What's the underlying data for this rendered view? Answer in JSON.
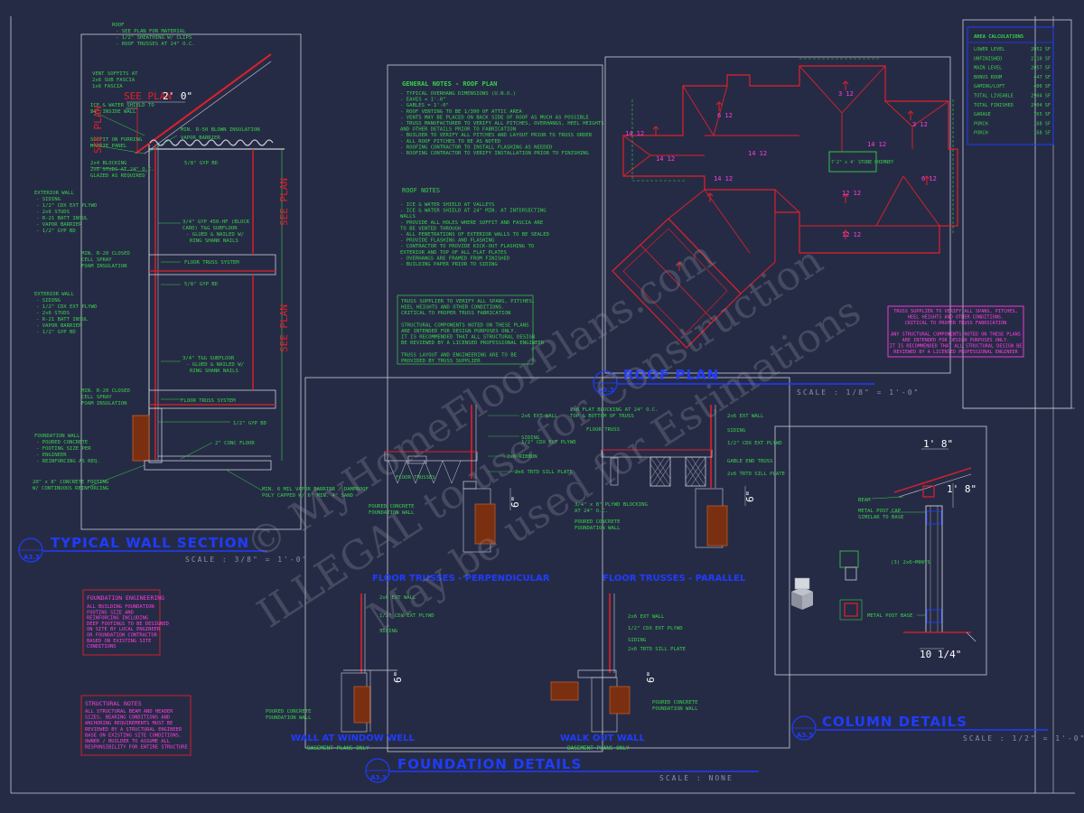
{
  "titles": {
    "wall_section": "TYPICAL WALL SECTION",
    "roof_plan": "ROOF PLAN",
    "foundation": "FOUNDATION DETAILS",
    "column": "COLUMN DETAILS"
  },
  "scales": {
    "wall_section": "SCALE : 3/8\" = 1'-0\"",
    "roof_plan": "SCALE : 1/8\" = 1'-0\"",
    "foundation": "SCALE : NONE",
    "column": "SCALE : 1/2\" = 1'-0\""
  },
  "sheet_refs": {
    "wall_section": "A3.3",
    "roof_plan": "A3.3",
    "foundation": "A3.3",
    "column": "A3.3"
  },
  "detail_titles": {
    "floor_perp": "FLOOR TRUSSES - PERPENDICULAR",
    "floor_par": "FLOOR TRUSSES - PARALLEL",
    "window_well": "WALL AT WINDOW WELL",
    "walk_out": "WALK OUT WALL",
    "window_well_sub": "BASEMENT PLANS ONLY",
    "walk_out_sub": "BASEMENT PLANS ONLY"
  },
  "dims": {
    "see_plan_top": "SEE PLAN",
    "two_zero": "2' 0\"",
    "see_plan_v1": "SEE PLAN",
    "see_plan_v2": "SEE PLAN",
    "see_plan_v3": "SEE PLAN",
    "six_a": "6\"",
    "six_b": "6\"",
    "six_c": "6\"",
    "six_d": "6\"",
    "col_top": "1' 8\"",
    "col_side": "1' 8\"",
    "col_bottom": "10 1/4\""
  },
  "general_notes": {
    "heading": "GENERAL NOTES - ROOF PLAN",
    "lines": [
      "- TYPICAL OVERHANG DIMENSIONS (U.N.O.)",
      "  - EAVES = 1'-0\"",
      "  - GABLES = 1'-0\"",
      "- ROOF VENTING TO BE 1/300 OF ATTIC AREA",
      "- VENTS MAY BE PLACED ON BACK SIDE OF ROOF AS MUCH AS POSSIBLE",
      "- TRUSS MANUFACTURER TO VERIFY ALL PITCHES, OVERHANGS, HEEL HEIGHTS",
      "  AND OTHER DETAILS PRIOR TO FABRICATION",
      "- BUILDER TO VERIFY ALL PITCHES AND LAYOUT PRIOR TO TRUSS ORDER",
      "- ALL ROOF PITCHES TO BE AS NOTED",
      "- ROOFING CONTRACTOR TO INSTALL FLASHING AS NEEDED",
      "- ROOFING CONTRACTOR TO VERIFY INSTALLATION PRIOR TO FINISHING"
    ]
  },
  "roof_notes": {
    "heading": "ROOF NOTES",
    "lines": [
      "- ICE & WATER SHIELD AT VALLEYS",
      "- ICE & WATER SHIELD AT 24\" MIN. AT INTERSECTING",
      "  WALLS",
      "- PROVIDE ALL HOLES WHERE SOFFIT AND FASCIA ARE",
      "  TO BE VENTED THROUGH",
      "- ALL PENETRATIONS OF EXTERIOR WALLS TO BE SEALED",
      "- PROVIDE FLASHING AND FLASHING",
      "- CONTRACTOR TO PROVIDE KICK-OUT FLASHING TO",
      "  EXTERIOR AND TOP OF ALL FLAT PLATES",
      "- OVERHANGS ARE FRAMED FROM FINISHED",
      "- BUILDING PAPER PRIOR TO SIDING"
    ]
  },
  "truss_note_green": [
    "TRUSS SUPPLIER TO VERIFY ALL SPANS, PITCHES,",
    "HEEL HEIGHTS AND OTHER CONDITIONS.",
    "CRITICAL TO PROPER TRUSS FABRICATION",
    "",
    "STRUCTURAL COMPONENTS NOTED ON THESE PLANS",
    "ARE INTENDED FOR DESIGN PURPOSES ONLY.",
    "IT IS RECOMMENDED THAT ALL STRUCTURAL DESIGN",
    "BE REVIEWED BY A LICENSED PROFESSIONAL ENGINEER",
    "",
    "TRUSS LAYOUT AND ENGINEERING ARE TO BE",
    "PROVIDED BY TRUSS SUPPLIER"
  ],
  "truss_note_magenta": [
    "TRUSS SUPPLIER TO VERIFY ALL SPANS, PITCHES,",
    "HEEL HEIGHTS AND OTHER CONDITIONS.",
    "CRITICAL TO PROPER TRUSS FABRICATION",
    "",
    "ANY STRUCTURAL COMPONENTS NOTED ON THESE PLANS",
    "ARE INTENDED FOR DESIGN PURPOSES ONLY.",
    "IT IS RECOMMENDED THAT ALL STRUCTURAL DESIGN BE",
    "REVIEWED BY A LICENSED PROFESSIONAL ENGINEER"
  ],
  "area_calc": {
    "heading": "AREA CALCULATIONS",
    "rows": [
      {
        "label": "LOWER LEVEL",
        "value": "2052 SF"
      },
      {
        "label": "UNFINISHED",
        "value": "2110 SF"
      },
      {
        "label": "MAIN LEVEL",
        "value": "2057 SF"
      },
      {
        "label": "BONUS ROOM",
        "value": "447 SF"
      },
      {
        "label": "GAMING/LOFT",
        "value": "400 SF"
      },
      {
        "label": "TOTAL LIVEABLE",
        "value": "2904 SF"
      },
      {
        "label": "TOTAL FINISHED",
        "value": "2904 SF"
      },
      {
        "label": "GARAGE",
        "value": "765 SF"
      },
      {
        "label": "PORCH",
        "value": "168 SF"
      },
      {
        "label": "PORCH",
        "value": "168 SF"
      }
    ]
  },
  "foundation_eng": {
    "heading": "FOUNDATION ENGINEERING",
    "lines": [
      "ALL BUILDING FOUNDATION",
      "FOOTING SIZE AND",
      "REINFORCING INCLUDING",
      "DEEP FOOTINGS TO BE DESIGNED",
      "ON SITE BY LOCAL ENGINEER",
      "OR FOUNDATION CONTRACTOR",
      "BASED ON EXISTING SITE",
      "CONDITIONS"
    ]
  },
  "structural_notes": {
    "heading": "STRUCTURAL NOTES",
    "lines": [
      "ALL STRUCTURAL BEAM AND HEADER",
      "SIZES, BEARING CONDITIONS AND",
      "ANCHORING REQUIREMENTS MUST BE",
      "REVIEWED BY A STRUCTURAL ENGINEER",
      "BASE ON EXISTING SITE CONDITIONS.",
      "OWNER / BUILDER TO ASSUME ALL",
      "RESPONSIBILITY FOR ENTIRE STRUCTURE"
    ]
  },
  "wall_labels": [
    "ROOF",
    "- SEE PLAN FOR MATERIAL",
    "- 1/2\" SHEATHING W/ CLIPS",
    "- ROOF TRUSSES AT 24\" O.C.",
    "VENT SOFFITS AT",
    "2x6 SUB FASCIA",
    "1x6 FASCIA",
    "ICE & WATER SHIELD TO",
    "24\" INSIDE WALL",
    "SOFFIT ON FURRING",
    "HARDIE PANEL",
    "2x4 BLOCKING",
    "2x6 STUDS AT 24\" O.C.",
    "GLAZED AS REQUIRED",
    "EXTERIOR WALL",
    "- SIDING",
    "- 1/2\" CDX EXT PLYWD",
    "- 2x6 STUDS",
    "- R-21 BATT INSUL",
    "- VAPOR BARRIER",
    "- 1/2\" GYP BD",
    "MIN. R-20 CLOSED",
    "CELL SPRAY",
    "FOAM INSULATION",
    "EXTERIOR WALL",
    "- SIDING",
    "- 1/2\" CDX EXT PLYWD",
    "- 2x6 STUDS",
    "- R-21 BATT INSUL",
    "- VAPOR BARRIER",
    "- 1/2\" GYP BD",
    "FOUNDATION WALL",
    "- POURED CONCRETE",
    "- FOOTING SIZE PER",
    "- ENGINEER",
    "- REINFORCING AS REQ.",
    "20\" x 8\" CONCRETE FOOTING",
    "W/ CONTINUOUS REINFORCING",
    "MIN. R-50 BLOWN INSULATION",
    "VAPOR BARRIER",
    "5/8\" GYP BD",
    "3/4\" GYP 450-HF (BLOCK",
    "CARD) T&G SUBFLOOR",
    "- GLUED & NAILED W/",
    "  RING SHANK NAILS",
    "FLOOR TRUSS SYSTEM",
    "5/8\" GYP BD",
    "3/4\" T&G SUBFLOOR",
    "- GLUED & NAILED W/",
    "  RING SHANK NAILS",
    "MIN. R-20 CLOSED",
    "CELL SPRAY",
    "FOAM INSULATION",
    "FLOOR TRUSS SYSTEM",
    "1/2\" GYP BD",
    "2\" CONC FLOOR",
    "MIN. 6 MIL VAPOR BARRIER / DAMPROOF",
    "POLY CAPPED W/ 6\" MIN. 4\" SAND"
  ],
  "perp_labels": [
    "2x6 EXT WALL",
    "SIDING",
    "1/2\" CDX EXT PLYWD",
    "2x6 RIBBON",
    "2x6 TRTD SILL PLATE",
    "FLOOR TRUSSES",
    "POURED CONCRETE",
    "FOUNDATION WALL"
  ],
  "par_labels": [
    "2x6 FLAT BLOCKING AT 24\" O.C.",
    "TOP & BOTTOM OF TRUSS",
    "FLOOR TRUSS",
    "2x6 EXT WALL",
    "SIDING",
    "1/2\" CDX EXT PLYWD",
    "GABLE END TRUSS",
    "2x6 TRTD SILL PLATE",
    "3/4\" x 8\" PLYWD BLOCKING",
    "AT 24\" O.C.",
    "POURED CONCRETE",
    "FOUNDATION WALL"
  ],
  "ww_labels": [
    "2x6 EXT WALL",
    "1/2\" CDX EXT PLYWD",
    "SIDING",
    "POURED CONCRETE",
    "FOUNDATION WALL"
  ],
  "wo_labels": [
    "2x6 EXT WALL",
    "1/2\" CDX EXT PLYWD",
    "SIDING",
    "2x6 TRTD SILL PLATE",
    "POURED CONCRETE",
    "FOUNDATION WALL"
  ],
  "col_labels": [
    "BEAM",
    "METAL POST CAP",
    "SIMILAR TO BASE",
    "(3) 2x6 POSTS",
    "METAL POST BASE"
  ],
  "roof_labels": {
    "pitches": [
      "3 12",
      "6 12",
      "14 12",
      "14 12",
      "14 12",
      "14 12",
      "6 12",
      "12 12",
      "12 12",
      "3 12",
      "14 12"
    ],
    "chimney": "7'2\" x 4' STONE CHIMNEY"
  },
  "watermark": {
    "line1": "© MyHomeFloorPlans.com",
    "line2": "ILLEGAL to use for Construction",
    "line3": "May be used for Estimations"
  },
  "colors": {
    "background": "#262b45",
    "green": "#36d14a",
    "red": "#e0202a",
    "blue": "#1f3cff",
    "magenta": "#ff3de0",
    "frame": "#c9ccd8"
  }
}
